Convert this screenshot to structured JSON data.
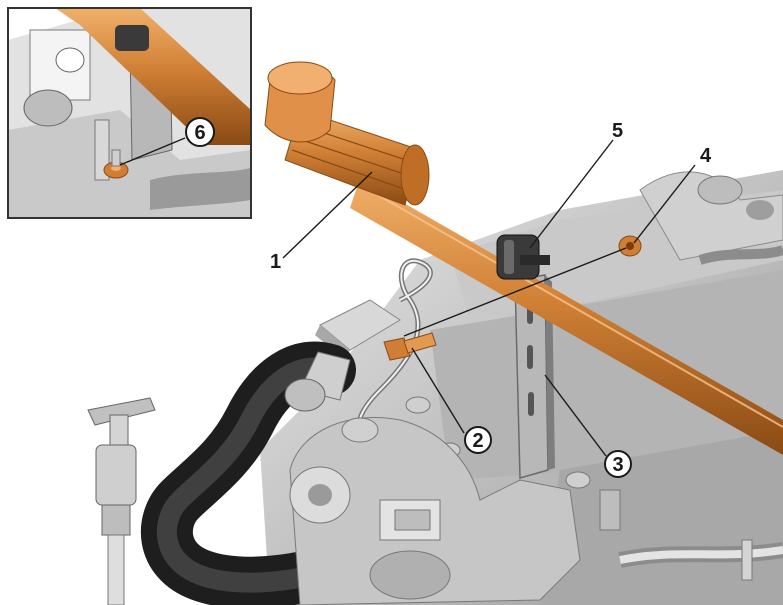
{
  "callouts": [
    {
      "id": "1",
      "label": "1"
    },
    {
      "id": "2",
      "label": "2"
    },
    {
      "id": "3",
      "label": "3"
    },
    {
      "id": "4",
      "label": "4"
    },
    {
      "id": "5",
      "label": "5"
    },
    {
      "id": "6",
      "label": "6"
    }
  ],
  "colors": {
    "orange_part": "#c9782f",
    "orange_highlight": "#e9a05c",
    "orange_shadow": "#8a4a14",
    "engine_light": "#d6d6d6",
    "engine_mid": "#a9a9a9",
    "engine_dark": "#4a4a4a",
    "hose": "#2b2b2b",
    "leader": "#1a1a1a",
    "inset_border": "#333333"
  }
}
